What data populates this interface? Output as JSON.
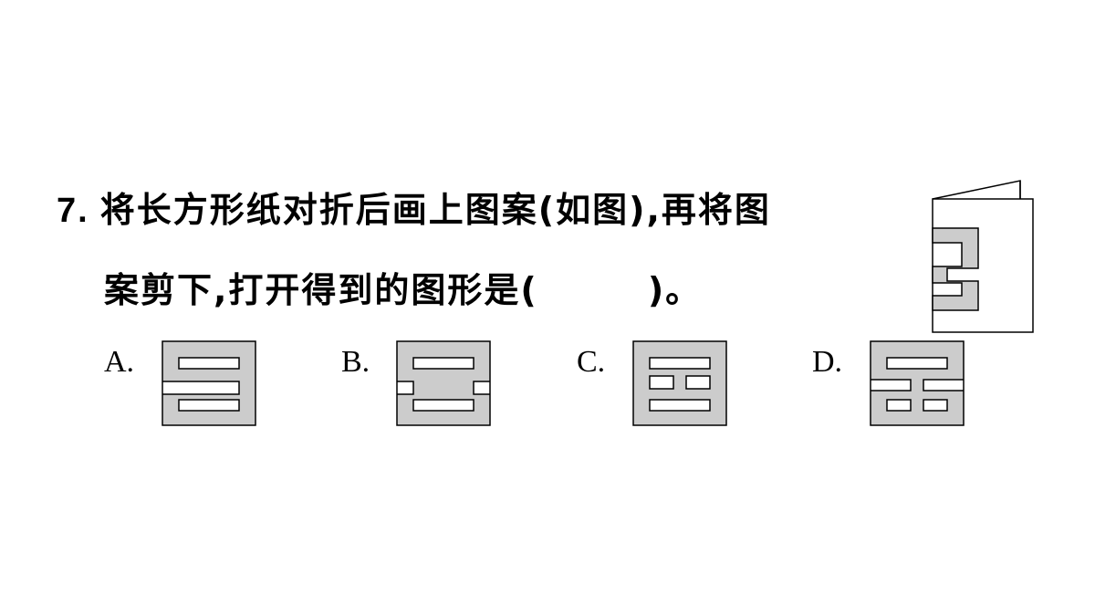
{
  "question": {
    "number": "7.",
    "line1": "将长方形纸对折后画上图案(如图),再将图",
    "line2_start": "案剪下,打开得到的图形是(",
    "line2_end": ")。"
  },
  "options": [
    {
      "label": "A."
    },
    {
      "label": "B."
    },
    {
      "label": "C."
    },
    {
      "label": "D."
    }
  ],
  "colors": {
    "shape_fill": "#cccccc",
    "stroke": "#000000"
  }
}
